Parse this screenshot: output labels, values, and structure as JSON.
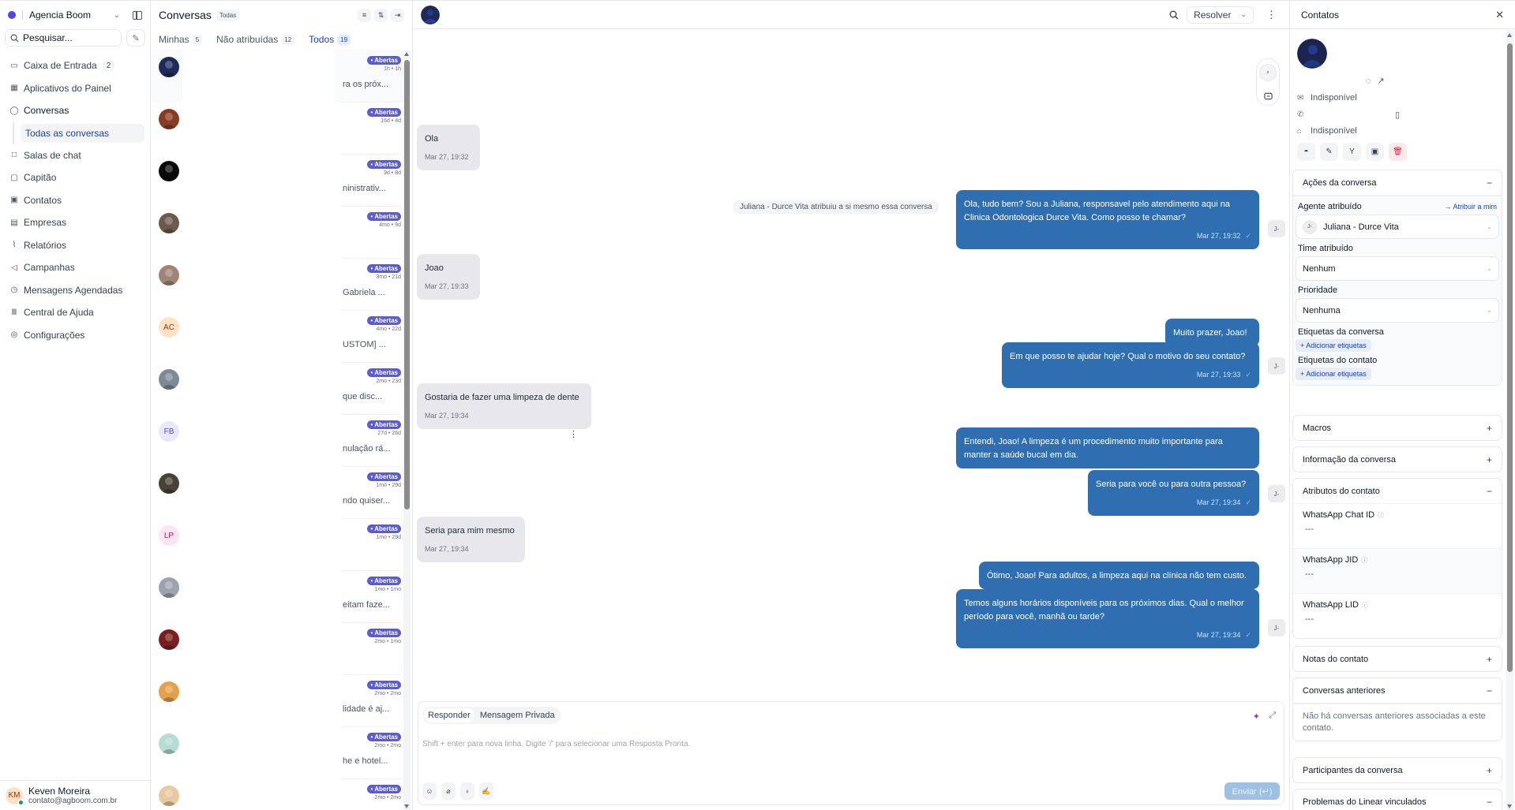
{
  "sidebar": {
    "account_name": "Agencia Boom",
    "search_placeholder": "Pesquisar...",
    "items": [
      {
        "label": "Caixa de Entrada",
        "badge": "2",
        "icon": "inbox-icon"
      },
      {
        "label": "Aplicativos do Painel",
        "icon": "apps-icon"
      },
      {
        "label": "Conversas",
        "icon": "chat-bubble-icon"
      },
      {
        "label": "Todas as conversas",
        "icon": ""
      },
      {
        "label": "Salas de chat",
        "icon": "chat-room-icon"
      },
      {
        "label": "Capitão",
        "icon": "captain-icon"
      },
      {
        "label": "Contatos",
        "icon": "contacts-icon"
      },
      {
        "label": "Empresas",
        "icon": "company-icon"
      },
      {
        "label": "Relatórios",
        "icon": "reports-icon"
      },
      {
        "label": "Campanhas",
        "icon": "megaphone-icon"
      },
      {
        "label": "Mensagens Agendadas",
        "icon": "scheduled-icon"
      },
      {
        "label": "Central de Ajuda",
        "icon": "library-icon"
      },
      {
        "label": "Configurações",
        "icon": "settings-icon"
      }
    ],
    "user": {
      "initials": "KM",
      "name": "Keven Moreira",
      "email": "contato@agboom.com.br",
      "status_color": "#0d9488"
    }
  },
  "conversation_list": {
    "title": "Conversas",
    "filter_badge": "Todas",
    "tabs": [
      {
        "label": "Minhas",
        "count": "5"
      },
      {
        "label": "Não atribuídas",
        "count": "12"
      },
      {
        "label": "Todos",
        "count": "19"
      }
    ],
    "items": [
      {
        "status": "• Abertas",
        "time": "1h • 1h",
        "preview": "ra os próx...",
        "avatar": {
          "type": "photo",
          "color": "#1e2a5a"
        }
      },
      {
        "status": "• Abertas",
        "time": "16d • 4d",
        "preview": "",
        "avatar": {
          "type": "photo",
          "color": "#8a3b24"
        }
      },
      {
        "status": "• Abertas",
        "time": "9d • 8d",
        "preview": "ninistrativ...",
        "avatar": {
          "type": "photo",
          "color": "#0a0a0a"
        }
      },
      {
        "status": "• Abertas",
        "time": "4mo • 9d",
        "preview": "",
        "avatar": {
          "type": "photo",
          "color": "#6b5a4e"
        }
      },
      {
        "status": "• Abertas",
        "time": "3mo • 21d",
        "preview": "Gabriela ...",
        "avatar": {
          "type": "photo",
          "color": "#a08478"
        }
      },
      {
        "status": "• Abertas",
        "time": "4mo • 22d",
        "preview": "USTOM] ...",
        "avatar": {
          "type": "initials",
          "initials": "AC",
          "bg": "#fde2c4",
          "fg": "#9a3412"
        }
      },
      {
        "status": "• Abertas",
        "time": "2mo • 23d",
        "preview": "que disc...",
        "avatar": {
          "type": "photo",
          "color": "#7d8a96"
        }
      },
      {
        "status": "• Abertas",
        "time": "27d • 26d",
        "preview": "nulação rá...",
        "avatar": {
          "type": "initials",
          "initials": "FB",
          "bg": "#e8e8fb",
          "fg": "#4f46e5"
        }
      },
      {
        "status": "• Abertas",
        "time": "1mo • 29d",
        "preview": "ndo quiser...",
        "avatar": {
          "type": "photo",
          "color": "#4a4136"
        }
      },
      {
        "status": "• Abertas",
        "time": "1mo • 29d",
        "preview": "",
        "avatar": {
          "type": "initials",
          "initials": "LP",
          "bg": "#fce4f1",
          "fg": "#be185d"
        }
      },
      {
        "status": "• Abertas",
        "time": "1mo • 1mo",
        "preview": "eitam faze...",
        "avatar": {
          "type": "photo",
          "color": "#9ca3af"
        }
      },
      {
        "status": "• Abertas",
        "time": "2mo • 1mo",
        "preview": "",
        "avatar": {
          "type": "photo",
          "color": "#7a1f1f"
        }
      },
      {
        "status": "• Abertas",
        "time": "2mo • 2mo",
        "preview": "lidade é aj...",
        "avatar": {
          "type": "photo",
          "color": "#e5a04b"
        }
      },
      {
        "status": "• Abertas",
        "time": "2mo • 2mo",
        "preview": "he e hotel...",
        "avatar": {
          "type": "photo",
          "color": "#b7dcd4"
        }
      },
      {
        "status": "• Abertas",
        "time": "2mo • 2mo",
        "preview": "",
        "avatar": {
          "type": "photo",
          "color": "#e8c9a0"
        }
      }
    ]
  },
  "chat": {
    "header": {
      "resolve_label": "Resolver"
    },
    "system_message": "Juliana - Durce Vita atribuiu a si mesmo essa conversa",
    "agent_initials": "J-",
    "messages": [
      {
        "dir": "in",
        "text": "Ola",
        "time": "Mar 27, 19:32"
      },
      {
        "dir": "out",
        "text": "Ola, tudo bem? Sou a Juliana, responsavel pelo atendimento aqui na Clinica Odontologica Durce Vita. Como posso te chamar?",
        "time": "Mar 27, 19:32"
      },
      {
        "dir": "in",
        "text": "Joao",
        "time": "Mar 27, 19:33"
      },
      {
        "dir": "out",
        "text": "Muito prazer, Joao!",
        "time": ""
      },
      {
        "dir": "out",
        "text": "Em que posso te ajudar hoje? Qual o motivo do seu contato?",
        "time": "Mar 27, 19:33"
      },
      {
        "dir": "in",
        "text": "Gostaria de fazer uma limpeza de dente",
        "time": "Mar 27, 19:34"
      },
      {
        "dir": "out",
        "text": "Entendi, Joao! A limpeza é um procedimento muito importante para manter a saúde bucal em dia.",
        "time": ""
      },
      {
        "dir": "out",
        "text": "Seria para você ou para outra pessoa?",
        "time": "Mar 27, 19:34"
      },
      {
        "dir": "in",
        "text": "Seria para mim mesmo",
        "time": "Mar 27, 19:34"
      },
      {
        "dir": "out",
        "text": "Ótimo, Joao! Para adultos, a limpeza aqui na clínica não tem custo.",
        "time": ""
      },
      {
        "dir": "out",
        "text": "Temos alguns horários disponíveis para os próximos dias. Qual o melhor período para você, manhã ou tarde?",
        "time": "Mar 27, 19:34"
      }
    ],
    "composer": {
      "tab_reply": "Responder",
      "tab_private": "Mensagem Privada",
      "placeholder": "Shift + enter para nova linha. Digite '/' para selecionar uma Resposta Pronta.",
      "send_label": "Enviar (↵)"
    }
  },
  "contacts": {
    "title": "Contatos",
    "email": "Indisponível",
    "company": "Indisponível",
    "conversation_actions": {
      "title": "Ações da conversa",
      "agent_label": "Agente atribuído",
      "assign_me": "→ Atribuir a mim",
      "agent_value": "Juliana - Durce Vita",
      "agent_initials": "J-",
      "team_label": "Time atribuído",
      "team_value": "Nenhum",
      "priority_label": "Prioridade",
      "priority_value": "Nenhuma",
      "conv_tags_label": "Etiquetas da conversa",
      "contact_tags_label": "Etiquetas do contato",
      "add_tags": "+   Adicionar etiquetas"
    },
    "macros": "Macros",
    "conversation_info": "Informação da conversa",
    "contact_attributes": {
      "title": "Atributos do contato",
      "items": [
        {
          "label": "WhatsApp Chat ID",
          "value": "---"
        },
        {
          "label": "WhatsApp JID",
          "value": "---"
        },
        {
          "label": "WhatsApp LID",
          "value": "---"
        }
      ]
    },
    "contact_notes": "Notas do contato",
    "previous_conversations": {
      "title": "Conversas anteriores",
      "empty": "Não há conversas anteriores associadas a este contato."
    },
    "participants": "Participantes da conversa",
    "linear_issues": "Problemas do Linear vinculados"
  }
}
